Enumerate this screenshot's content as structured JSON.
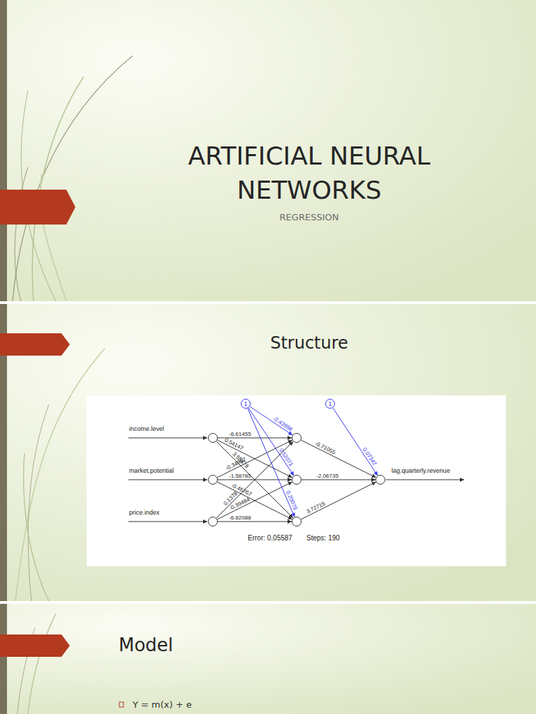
{
  "diagram": {
    "title": "ARTIFICIAL NEURAL NETWORKS",
    "nodes": [
      {
        "text": [
          "1"
        ]
      },
      {
        "text": [
          "1"
        ]
      },
      {
        "text": [
          "income.level"
        ]
      },
      {
        "text": []
      },
      {
        "text": [
          "market.potential"
        ]
      },
      {
        "text": []
      },
      {
        "text": [
          "lag.quarterly.revenue"
        ]
      },
      {
        "text": [
          "price.index"
        ]
      },
      {
        "text": []
      }
    ],
    "edges": [
      {
        "from": 2,
        "to": 3,
        "arrow": "to",
        "label": "-6.61455"
      },
      {
        "from": 2,
        "to": 5,
        "arrow": "to",
        "label": "0.54147"
      },
      {
        "from": 2,
        "to": 8,
        "arrow": "to",
        "label": "3.55878"
      },
      {
        "from": 4,
        "to": 3,
        "arrow": "to",
        "label": "-0.34692"
      },
      {
        "from": 4,
        "to": 5,
        "arrow": "to",
        "label": "-1.58785"
      },
      {
        "from": 4,
        "to": 8,
        "arrow": "to",
        "label": "-0.46767"
      },
      {
        "from": 7,
        "to": 3,
        "arrow": "to",
        "label": "0.1378"
      },
      {
        "from": 7,
        "to": 5,
        "arrow": "to",
        "label": "-0.39484"
      },
      {
        "from": 7,
        "to": 8,
        "arrow": "to",
        "label": "-6.82088"
      },
      {
        "from": 0,
        "to": 3,
        "arrow": "to",
        "label": "-0.43998"
      },
      {
        "from": 0,
        "to": 5,
        "arrow": "to",
        "label": "0.52071"
      },
      {
        "from": 0,
        "to": 8,
        "arrow": "to",
        "label": "0.20078"
      },
      {
        "from": 3,
        "to": 6,
        "arrow": "to",
        "label": "-0.71055"
      },
      {
        "from": 5,
        "to": 6,
        "arrow": "to",
        "label": "-2.06735"
      },
      {
        "from": 8,
        "to": 6,
        "arrow": "to",
        "label": "3.72715"
      },
      {
        "from": 1,
        "to": 6,
        "arrow": "to",
        "label": "0.07347"
      }
    ],
    "labels": [
      "REGRESSION",
      "Structure",
      "Error: 0.05587",
      "Steps: 190",
      "Model",
      "Y = m(x) + e"
    ]
  }
}
